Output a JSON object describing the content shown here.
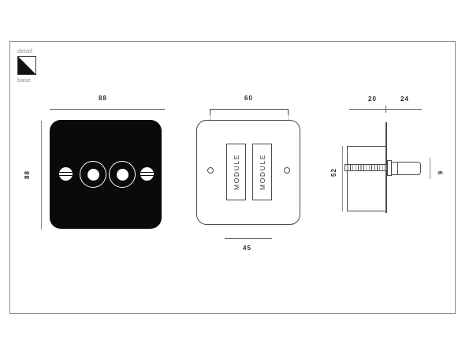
{
  "legend": {
    "detail_label": "detail",
    "base_label": "base",
    "swatch_icon": "diagonal-split-square-icon"
  },
  "views": {
    "front": {
      "name": "front-elevation",
      "width_dimension": "88",
      "height_dimension": "88",
      "knob_count": 2,
      "screw_count": 2,
      "plate_color": "#0a0a0a",
      "detail_color": "#ffffff"
    },
    "module": {
      "name": "module-plan",
      "top_dimension": "60",
      "bottom_dimension": "45",
      "module_labels": [
        "MODULE",
        "MODULE"
      ],
      "fixing_hole_count": 2,
      "outline_color": "#4a4a4a"
    },
    "section": {
      "name": "side-section",
      "back_depth_dimension": "20",
      "front_projection_dimension": "24",
      "height_dimension": "52",
      "knob_depth_dimension": "9",
      "outline_color": "#4a4a4a"
    }
  }
}
